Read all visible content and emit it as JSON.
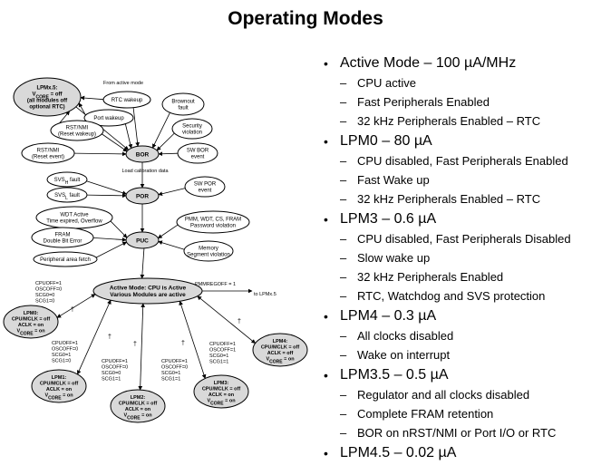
{
  "slide": {
    "title": "Operating Modes"
  },
  "diagram": {
    "nodes": {
      "lpmx5": [
        "LPMx.5:",
        "V_CORE = off",
        "(all modules off",
        "optional RTC)"
      ],
      "from_active": "From active mode",
      "rtc_wakeup": "RTC wakeup",
      "port_wakeup": "Port wakeup",
      "brownout": [
        "Brownout",
        "fault"
      ],
      "rst_nmi_reset_wakeup": [
        "RST/NMI",
        "(Reset wakeup)"
      ],
      "security": [
        "Security",
        "violation"
      ],
      "bor": "BOR",
      "rst_nmi_reset_event": [
        "RST/NMI",
        "(Reset event)"
      ],
      "sw_bor": [
        "SW BOR",
        "event"
      ],
      "load_cal": "Load calibration data",
      "svsh_fault": "SVS_H fault",
      "svsl_fault": "SVS_L fault",
      "sw_por": [
        "SW POR",
        "event"
      ],
      "por": "POR",
      "wdt_active": [
        "WDT Active",
        "Time expired, Overflow"
      ],
      "pmm_wdt": [
        "PMM, WDT, CS, FRAM",
        "Password violation"
      ],
      "fram_dbe": [
        "FRAM",
        "Double Bit Error"
      ],
      "puc": "PUC",
      "memory_seg": [
        "Memory",
        "Segment violation"
      ],
      "periph_fetch": "Peripheral area fetch",
      "active_mode": [
        "Active Mode: CPU is Active",
        "Various Modules are active"
      ],
      "pmmregoff": "PMMREGOFF = 1",
      "to_lpmx5": "to LPMx.5",
      "lpm0": [
        "LPM0:",
        "CPU/MCLK = off",
        "ACLK = on",
        "V_CORE = on"
      ],
      "lpm1": [
        "LPM1:",
        "CPU/MCLK = off",
        "ACLK = on",
        "V_CORE = on"
      ],
      "lpm2": [
        "LPM2:",
        "CPU/MCLK = off",
        "ACLK = on",
        "V_CORE = on"
      ],
      "lpm3": [
        "LPM3:",
        "CPU/MCLK = off",
        "ACLK = on",
        "V_CORE = on"
      ],
      "lpm4": [
        "LPM4:",
        "CPU/MCLK = off",
        "ACLK = off",
        "V_CORE = on"
      ]
    },
    "bits": {
      "lpm0": [
        "CPUOFF=1",
        "OSCOFF=0",
        "SCG0=0",
        "SCG1=0"
      ],
      "lpm1": [
        "CPUOFF=1",
        "OSCOFF=0",
        "SCG0=1",
        "SCG1=0"
      ],
      "lpm2": [
        "CPUOFF=1",
        "OSCOFF=0",
        "SCG0=0",
        "SCG1=1"
      ],
      "lpm3": [
        "CPUOFF=1",
        "OSCOFF=0",
        "SCG0=1",
        "SCG1=1"
      ],
      "lpm4": [
        "CPUOFF=1",
        "OSCOFF=1",
        "SCG0=1",
        "SCG1=1"
      ]
    },
    "interrupt_marks": [
      "†",
      "†",
      "†",
      "†",
      "†"
    ]
  },
  "bullets": [
    {
      "label": "Active Mode – 100 µA/MHz",
      "subs": [
        "CPU active",
        "Fast Peripherals  Enabled",
        "32 kHz Peripherals Enabled – RTC"
      ]
    },
    {
      "label": "LPM0 – 80 µA",
      "subs": [
        "CPU disabled, Fast Peripherals Enabled",
        "Fast Wake up",
        "32 kHz Peripherals Enabled – RTC"
      ]
    },
    {
      "label": "LPM3 – 0.6 µA",
      "subs": [
        "CPU disabled, Fast Peripherals Disabled",
        "Slow wake up",
        "32 kHz Peripherals Enabled",
        "RTC, Watchdog and SVS protection"
      ]
    },
    {
      "label": "LPM4 – 0.3 µA",
      "subs": [
        "All clocks disabled",
        "Wake on interrupt"
      ]
    },
    {
      "label": "LPM3.5 – 0.5 µA",
      "subs": [
        "Regulator and all clocks disabled",
        "Complete FRAM retention",
        "BOR on nRST/NMI or Port I/O or RTC"
      ]
    },
    {
      "label": "LPM4.5 – 0.02 µA",
      "subs": []
    }
  ]
}
